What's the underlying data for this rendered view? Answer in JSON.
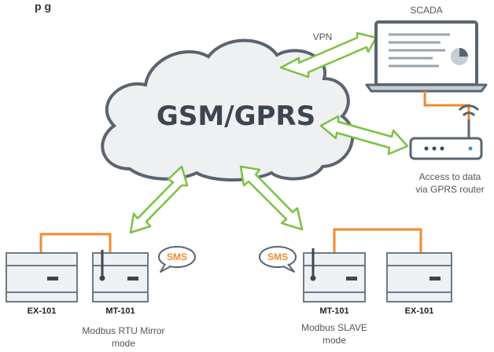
{
  "title_fragment": "p        g",
  "cloud": {
    "label": "GSM/GPRS"
  },
  "scada": {
    "label": "SCADA"
  },
  "vpn": {
    "label": "VPN"
  },
  "router": {
    "label_line1": "Access to data",
    "label_line2": "via GPRS router"
  },
  "left_group": {
    "device_left": "EX-101",
    "device_right": "MT-101",
    "sms": "SMS",
    "mode_line1": "Modbus RTU Mirror",
    "mode_line2": "mode"
  },
  "right_group": {
    "device_left": "MT-101",
    "device_right": "EX-101",
    "sms": "SMS",
    "mode_line1": "Modbus SLAVE",
    "mode_line2": "mode"
  },
  "colors": {
    "cloud_fill": "#eef0f2",
    "cloud_stroke": "#5a6470",
    "arrow_stroke": "#7cc142",
    "wire": "#f08a2e",
    "device_body": "#eef1f3",
    "device_stroke": "#6d7a86"
  }
}
